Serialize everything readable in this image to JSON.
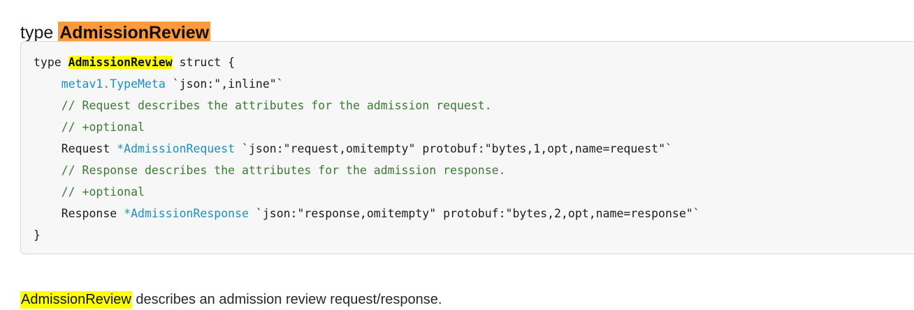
{
  "heading": {
    "keyword": "type ",
    "symbol": "AdmissionReview",
    "highlight_color": "#FF9A3C"
  },
  "code_block": {
    "background_color": "#f7f7f7",
    "border_color": "#d6d6d6",
    "highlight_color": "#FFFF00",
    "type_color": "#1a8fc1",
    "comment_color": "#3b7a33",
    "lines": [
      {
        "id": "line-1",
        "segments": [
          {
            "text": "type ",
            "kind": "plain"
          },
          {
            "text": "AdmissionReview",
            "kind": "highlight"
          },
          {
            "text": " struct {",
            "kind": "plain"
          }
        ]
      },
      {
        "id": "line-2",
        "segments": [
          {
            "text": "    ",
            "kind": "plain"
          },
          {
            "text": "metav1.TypeMeta",
            "kind": "type"
          },
          {
            "text": " `json:\",inline\"`",
            "kind": "plain"
          }
        ]
      },
      {
        "id": "line-3",
        "segments": [
          {
            "text": "    ",
            "kind": "plain"
          },
          {
            "text": "// Request describes the attributes for the admission request.",
            "kind": "comment"
          }
        ]
      },
      {
        "id": "line-4",
        "segments": [
          {
            "text": "    ",
            "kind": "plain"
          },
          {
            "text": "// +optional",
            "kind": "comment"
          }
        ]
      },
      {
        "id": "line-5",
        "segments": [
          {
            "text": "    Request ",
            "kind": "plain"
          },
          {
            "text": "*AdmissionRequest",
            "kind": "type"
          },
          {
            "text": " `json:\"request,omitempty\" protobuf:\"bytes,1,opt,name=request\"`",
            "kind": "plain"
          }
        ]
      },
      {
        "id": "line-6",
        "segments": [
          {
            "text": "    ",
            "kind": "plain"
          },
          {
            "text": "// Response describes the attributes for the admission response.",
            "kind": "comment"
          }
        ]
      },
      {
        "id": "line-7",
        "segments": [
          {
            "text": "    ",
            "kind": "plain"
          },
          {
            "text": "// +optional",
            "kind": "comment"
          }
        ]
      },
      {
        "id": "line-8",
        "segments": [
          {
            "text": "    Response ",
            "kind": "plain"
          },
          {
            "text": "*AdmissionResponse",
            "kind": "type"
          },
          {
            "text": " `json:\"response,omitempty\" protobuf:\"bytes,2,opt,name=response\"`",
            "kind": "plain"
          }
        ]
      },
      {
        "id": "line-9",
        "segments": [
          {
            "text": "}",
            "kind": "plain"
          }
        ]
      }
    ]
  },
  "description": {
    "symbol": "AdmissionReview",
    "text": " describes an admission review request/response.",
    "highlight_color": "#FFFF00"
  }
}
